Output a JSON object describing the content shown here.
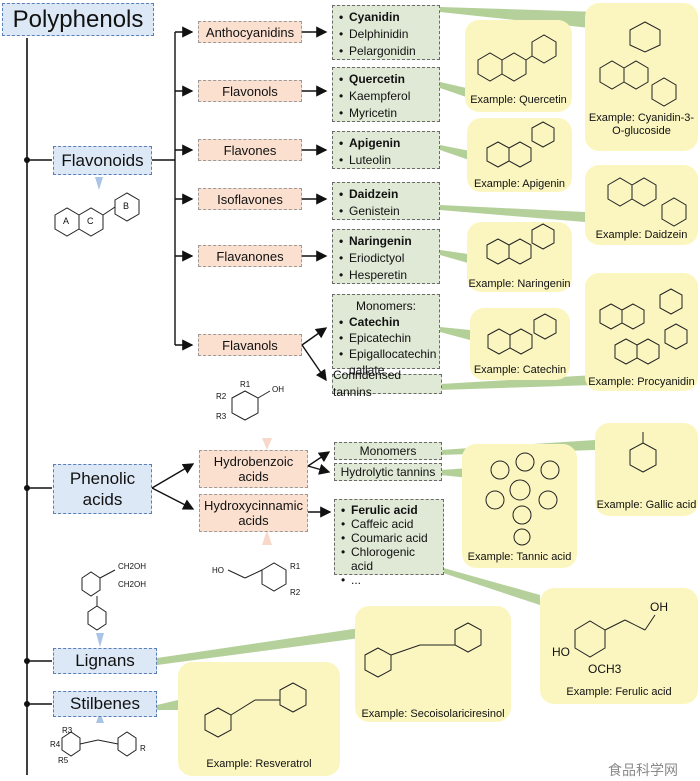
{
  "title": "Polyphenols",
  "classes": {
    "flavonoids": "Flavonoids",
    "phenolic_acids": "Phenolic acids",
    "lignans": "Lignans",
    "stilbenes": "Stilbenes"
  },
  "flavonoid_subclasses": [
    "Anthocyanidins",
    "Flavonols",
    "Flavones",
    "Isoflavones",
    "Flavanones",
    "Flavanols"
  ],
  "compounds": {
    "anthocyanidins": [
      "Cyanidin",
      "Delphinidin",
      "Pelargonidin"
    ],
    "flavonols": [
      "Quercetin",
      "Kaempferol",
      "Myricetin"
    ],
    "flavones": [
      "Apigenin",
      "Luteolin"
    ],
    "isoflavones": [
      "Daidzein",
      "Genistein"
    ],
    "flavanones": [
      "Naringenin",
      "Eriodictyol",
      "Hesperetin"
    ],
    "flavanols_header": "Monomers:",
    "flavanols": [
      "Catechin",
      "Epicatechin",
      "Epigallocatechin",
      "gallate"
    ],
    "condensed_tannins": "Conndensed tannins",
    "phenolic_monomers": "Monomers",
    "hydrolytic_tannins": "Hydrolytic tannins",
    "hydroxycinnamic": [
      "Ferulic acid",
      "Caffeic acid",
      "Coumaric acid",
      "Chlorogenic acid",
      "..."
    ]
  },
  "phenolic_subclasses": {
    "hydrobenzoic": [
      "Hydrobenzoic",
      "acids"
    ],
    "hydroxycinnamic": [
      "Hydroxycinnamic",
      "acids"
    ]
  },
  "examples": {
    "cyanidin": [
      "Example: Cyanidin-3-",
      "O-glucoside"
    ],
    "quercetin": "Example: Quercetin",
    "apigenin": "Example: Apigenin",
    "daidzein": "Example: Daidzein",
    "naringenin": "Example: Naringenin",
    "catechin": "Example: Catechin",
    "procyanidin": "Example: Procyanidin",
    "gallic": "Example: Gallic acid",
    "tannic": "Example: Tannic acid",
    "ferulic": "Example: Ferulic acid",
    "secoisolariciresinol": "Example: Secoisolariciresinol",
    "resveratrol": "Example: Resveratrol"
  },
  "structure_labels": {
    "flavan_rings": [
      "A",
      "C",
      "B"
    ],
    "benzoic_r": [
      "R1",
      "R2",
      "R3"
    ],
    "benzoic_oh": "OH",
    "cinnamic_oh": "HO",
    "cinnamic_r": [
      "R1",
      "R2"
    ],
    "lignan_oh": [
      "CH2OH",
      "CH2OH"
    ],
    "ferulic_groups": [
      "HO",
      "OCH3",
      "OH"
    ],
    "stilbene_r": [
      "R3",
      "R4",
      "R5",
      "R"
    ]
  },
  "watermark": "食品科学网"
}
